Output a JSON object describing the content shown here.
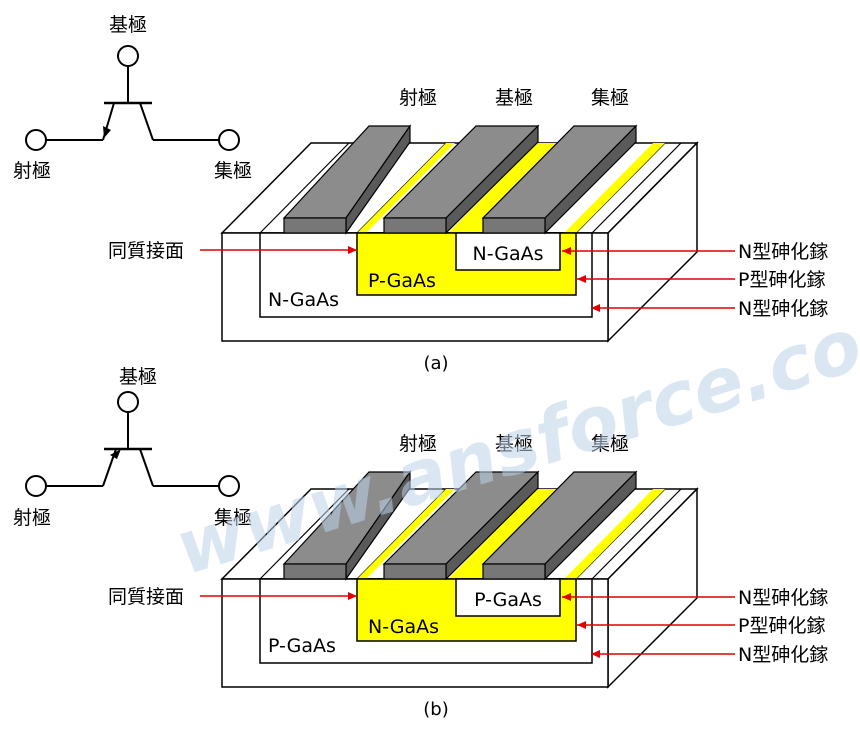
{
  "watermark": "www.ansforce.com",
  "colors": {
    "accent_red": "#e00000",
    "p_layer": "#ffff00",
    "electrode": "#8c8c8c"
  },
  "diagrams": [
    {
      "caption": "(a)",
      "symbol": {
        "base": "基極",
        "emitter": "射極",
        "collector": "集極"
      },
      "electrodes": [
        "射極",
        "基極",
        "集極"
      ],
      "layers": {
        "inner": "N-GaAs",
        "middle": "P-GaAs",
        "outer": "N-GaAs"
      },
      "left_label": "同質接面",
      "right_labels": [
        "N型砷化鎵",
        "P型砷化鎵",
        "N型砷化鎵"
      ]
    },
    {
      "caption": "(b)",
      "symbol": {
        "base": "基極",
        "emitter": "射極",
        "collector": "集極"
      },
      "electrodes": [
        "射極",
        "基極",
        "集極"
      ],
      "layers": {
        "inner": "P-GaAs",
        "middle": "N-GaAs",
        "outer": "P-GaAs"
      },
      "left_label": "同質接面",
      "right_labels": [
        "N型砷化鎵",
        "P型砷化鎵",
        "N型砷化鎵"
      ]
    }
  ]
}
